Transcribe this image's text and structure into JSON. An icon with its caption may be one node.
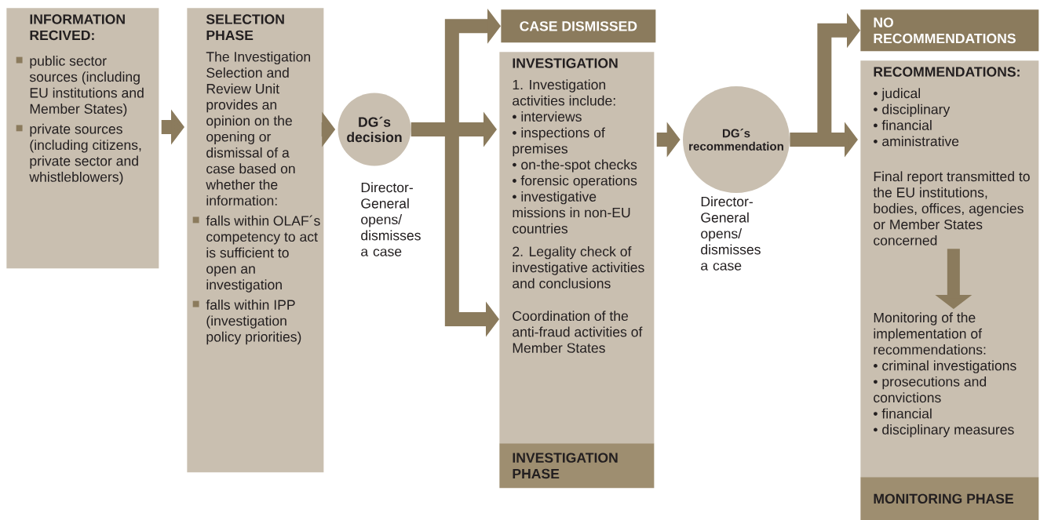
{
  "diagram": {
    "nodes": [
      {
        "text": [
          "INFORMATION RECIVED:",
          "public sector sources (including EU institutions and Member States)",
          "private sources (including citizens, private sector and whistleblowers)"
        ]
      },
      {
        "text": [
          "SELECTION PHASE",
          "The Investigation Selection and Review Unit provides an opinion on the opening or dismissal of a case based on whether the information:",
          "falls within OLAF´s competency to act is sufficient to open an investigation",
          "falls within IPP (investigation policy priorities)"
        ]
      },
      {
        "text": [
          "DG´s decision"
        ],
        "beside": [
          "Director-General opens/ dismisses a case"
        ]
      },
      {
        "text": [
          "CASE DISMISSED"
        ]
      },
      {
        "text": [
          "INVESTIGATION",
          "1. Investigation activities include:",
          "• interviews",
          "• inspections of premises",
          "• on-the-spot checks",
          "• forensic operations",
          "• investigative missions in non-EU countries",
          "2. Legality check of investigative activities and conclusions",
          "Coordination of the anti-fraud activities of Member States"
        ]
      },
      {
        "text": [
          "INVESTIGATION PHASE"
        ]
      },
      {
        "text": [
          "DG´s recommendation"
        ],
        "beside": [
          "Director-General opens/ dismisses a case"
        ]
      },
      {
        "text": [
          "NO RECOMMENDATIONS"
        ]
      },
      {
        "text": [
          "RECOMMENDATIONS:",
          "• judical",
          "• disciplinary",
          "• financial",
          "• aministrative"
        ]
      },
      {
        "text": [
          "Final report transmitted to the EU institutions, bodies, offices, agencies or Member States concerned"
        ],
        "in": 8
      },
      {
        "text": [
          "Monitoring of the implementation of recommendations:",
          "• criminal investigations",
          "• prosecutions and convictions",
          "• financial",
          "• disciplinary measures"
        ],
        "in": 8
      },
      {
        "text": [
          "MONITORING PHASE"
        ]
      }
    ],
    "edges": [
      {
        "from": 0,
        "to": 1,
        "arrow": "to"
      },
      {
        "from": 1,
        "to": 2,
        "arrow": "to"
      },
      {
        "from": 2,
        "to": 3,
        "arrow": "to"
      },
      {
        "from": 2,
        "to": 4,
        "arrow": "to"
      },
      {
        "from": 2,
        "to": 4,
        "arrow": "to"
      },
      {
        "from": 4,
        "to": 6,
        "arrow": "to"
      },
      {
        "from": 6,
        "to": 7,
        "arrow": "to"
      },
      {
        "from": 6,
        "to": 8,
        "arrow": "to"
      },
      {
        "from": 9,
        "to": 10,
        "arrow": "to"
      }
    ]
  }
}
